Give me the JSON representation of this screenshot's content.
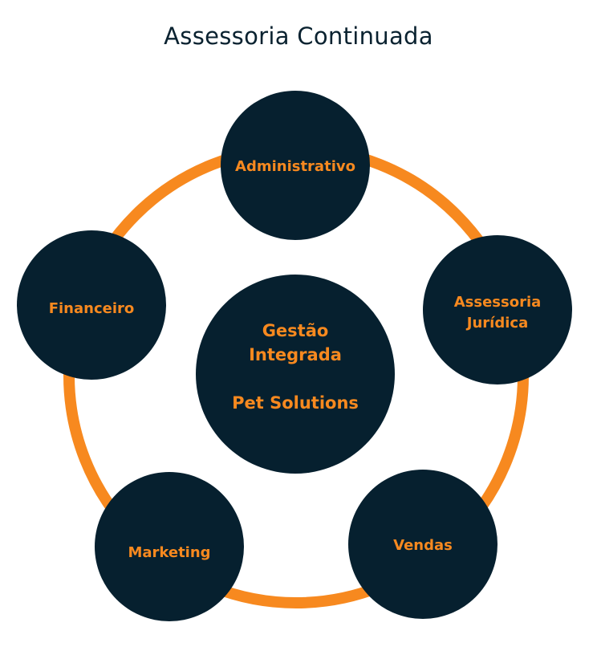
{
  "title": "Assessoria Continuada",
  "colors": {
    "ring": "#f7891f",
    "node_fill": "#06202f",
    "label": "#f7891f",
    "title": "#0a2230"
  },
  "center": {
    "lines": [
      "Gestão",
      "Integrada",
      "Pet Solutions"
    ]
  },
  "nodes": [
    {
      "id": "administrativo",
      "lines": [
        "Administrativo"
      ]
    },
    {
      "id": "assessoria-juridica",
      "lines": [
        "Assessoria",
        "Jurídica"
      ]
    },
    {
      "id": "vendas",
      "lines": [
        "Vendas"
      ]
    },
    {
      "id": "marketing",
      "lines": [
        "Marketing"
      ]
    },
    {
      "id": "financeiro",
      "lines": [
        "Financeiro"
      ]
    }
  ]
}
